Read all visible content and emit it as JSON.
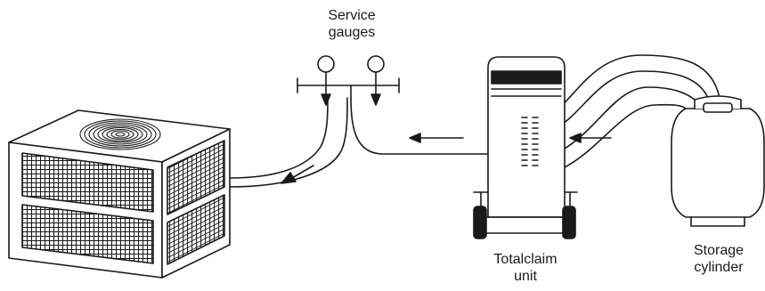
{
  "labels": {
    "service_gauges": [
      "Service",
      "gauges"
    ],
    "totalclaim_unit": [
      "Totalclaim",
      "unit"
    ],
    "storage_cylinder": [
      "Storage",
      "cylinder"
    ]
  },
  "components": [
    "condensing-unit",
    "service-gauges",
    "totalclaim-unit",
    "storage-cylinder"
  ],
  "flow_direction": "from storage cylinder through Totalclaim unit and service gauges into the condensing unit",
  "colors": {
    "line": "#1a1a1a",
    "background": "#ffffff"
  }
}
